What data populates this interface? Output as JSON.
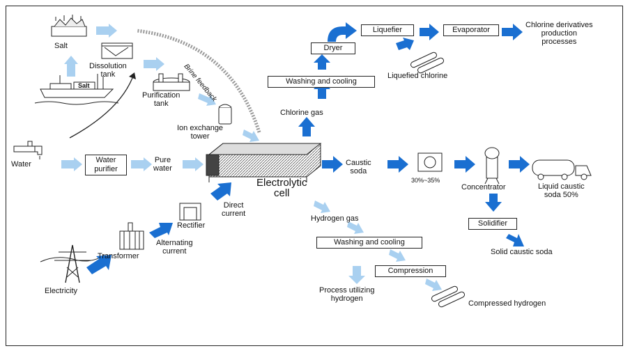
{
  "diagram": {
    "labels": {
      "salt": "Salt",
      "dissolution_tank": "Dissolution\ntank",
      "purification_tank": "Purification\ntank",
      "ion_exchange_tower": "Ion exchange\ntower",
      "brine_feedback": "Brine feedback",
      "water": "Water",
      "water_purifier": "Water\npurifier",
      "pure_water": "Pure\nwater",
      "electrolytic_cell": "Electrolytic\ncell",
      "direct_current": "Direct\ncurrent",
      "rectifier": "Rectifier",
      "alternating_current": "Alternating\ncurrent",
      "transformer": "Transformer",
      "electricity": "Electricity",
      "chlorine_gas": "Chlorine gas",
      "washing_cooling_chlorine": "Washing  and cooling",
      "dryer": "Dryer",
      "liquefier": "Liquefier",
      "evaporator": "Evaporator",
      "chlorine_derivatives": "Chlorine derivatives\nproduction\nprocesses",
      "liquefied_chlorine": "Liquefied chlorine",
      "caustic_soda": "Caustic\nsoda",
      "concentration_range": "30%~35%",
      "concentrator": "Concentrator",
      "liquid_caustic_soda": "Liquid caustic\nsoda 50%",
      "solidifier": "Solidifier",
      "solid_caustic_soda": "Solid caustic soda",
      "hydrogen_gas": "Hydrogen gas",
      "washing_cooling_hydrogen": "Washing and cooling",
      "compression": "Compression",
      "process_utilizing_hydrogen": "Process utilizing\nhydrogen",
      "compressed_hydrogen": "Compressed hydrogen",
      "ship_salt": "Salt"
    },
    "colors": {
      "arrow_dark": "#1a6fd1",
      "arrow_light": "#a9d0f0",
      "line": "#222222"
    }
  }
}
